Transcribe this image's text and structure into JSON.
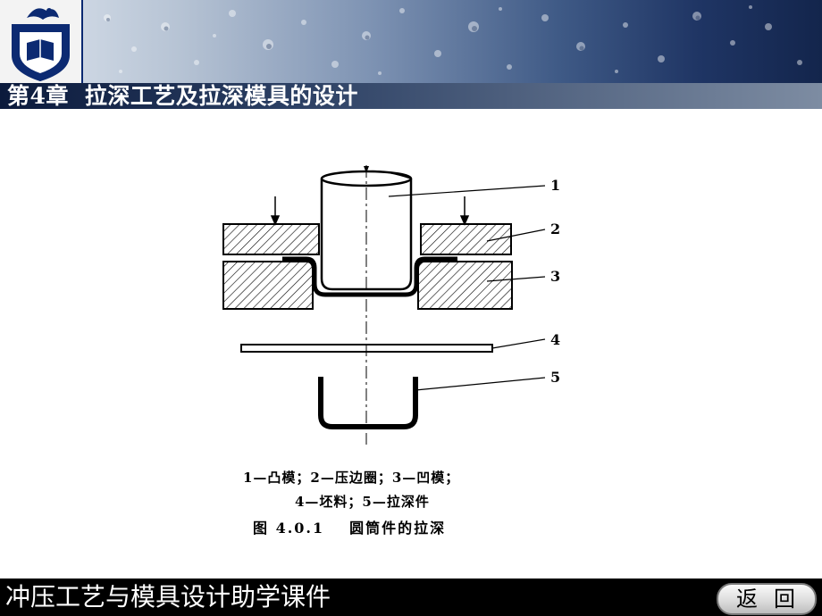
{
  "header": {
    "chapter_number": "第4章",
    "chapter_title": "拉深工艺及拉深模具的设计",
    "logo_icon": "university-crest-icon"
  },
  "figure": {
    "part_labels": [
      "1",
      "2",
      "3",
      "4",
      "5"
    ],
    "caption_line1": "1—凸模；2—压边圈；3—凹模；",
    "caption_line2": "4—坯料；5—拉深件",
    "figure_number": "图 4.0.1",
    "figure_title": "圆筒件的拉深"
  },
  "footer": {
    "course_title": "冲压工艺与模具设计助学课件",
    "back_button_label": "返回"
  },
  "colors": {
    "title_bar_dark": "#0b1a3c",
    "footer_bg": "#000000",
    "logo_blue": "#0c2a72"
  }
}
